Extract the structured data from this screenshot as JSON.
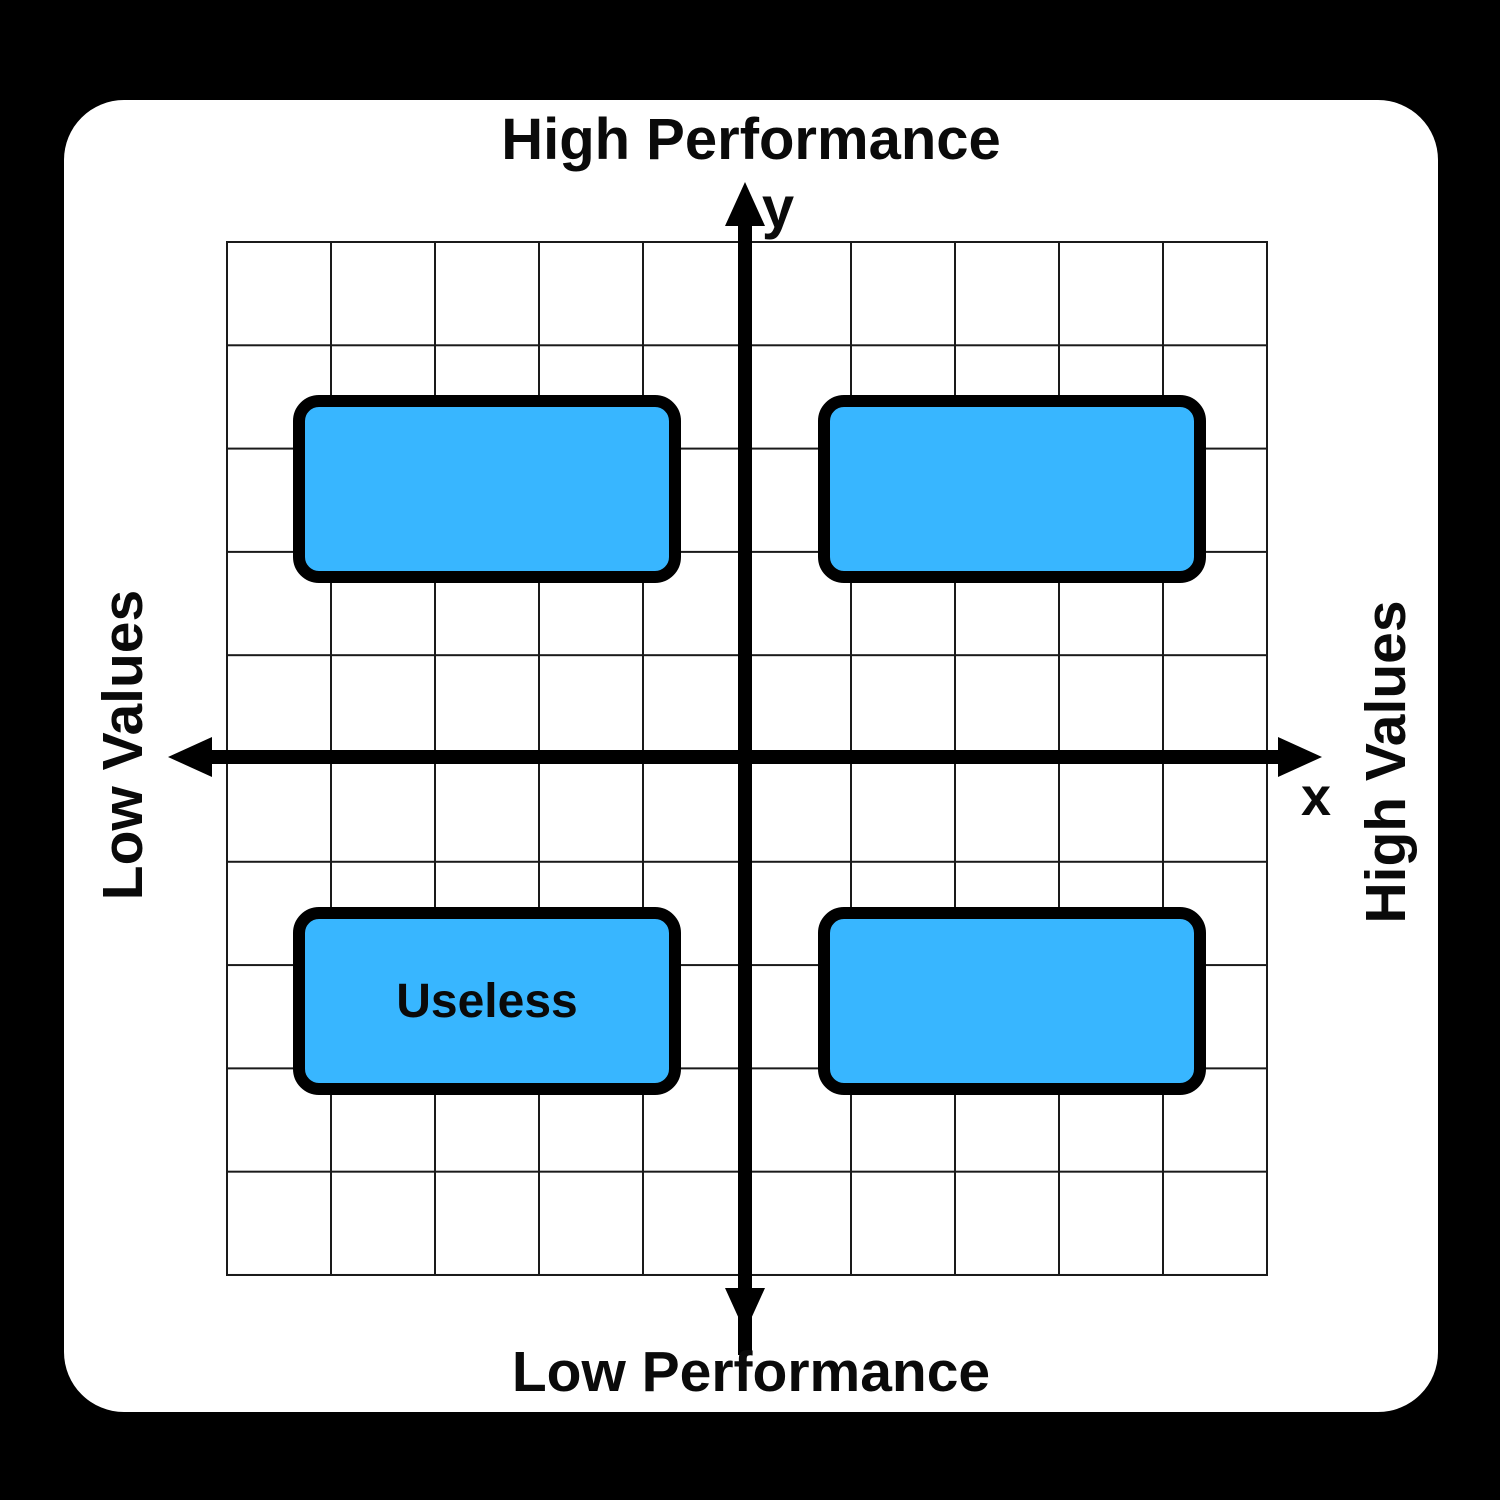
{
  "diagram": {
    "title_area": {
      "top_label": "High Performance",
      "bottom_label": "Low Performance",
      "left_label": "Low Values",
      "right_label": "High Values"
    },
    "axis_letters": {
      "vertical": "y",
      "horizontal": "x"
    },
    "grid": {
      "columns": 10,
      "rows": 10
    },
    "quadrants": [
      {
        "position": "top-left",
        "label": ""
      },
      {
        "position": "top-right",
        "label": ""
      },
      {
        "position": "bottom-left",
        "label": "Useless"
      },
      {
        "position": "bottom-right",
        "label": ""
      }
    ],
    "colors": {
      "background": "#000000",
      "card": "#ffffff",
      "box_fill": "#38B6FF",
      "box_border": "#000000",
      "axis": "#000000",
      "grid_line": "#1a1a1a",
      "text": "#0a0a0a"
    }
  }
}
